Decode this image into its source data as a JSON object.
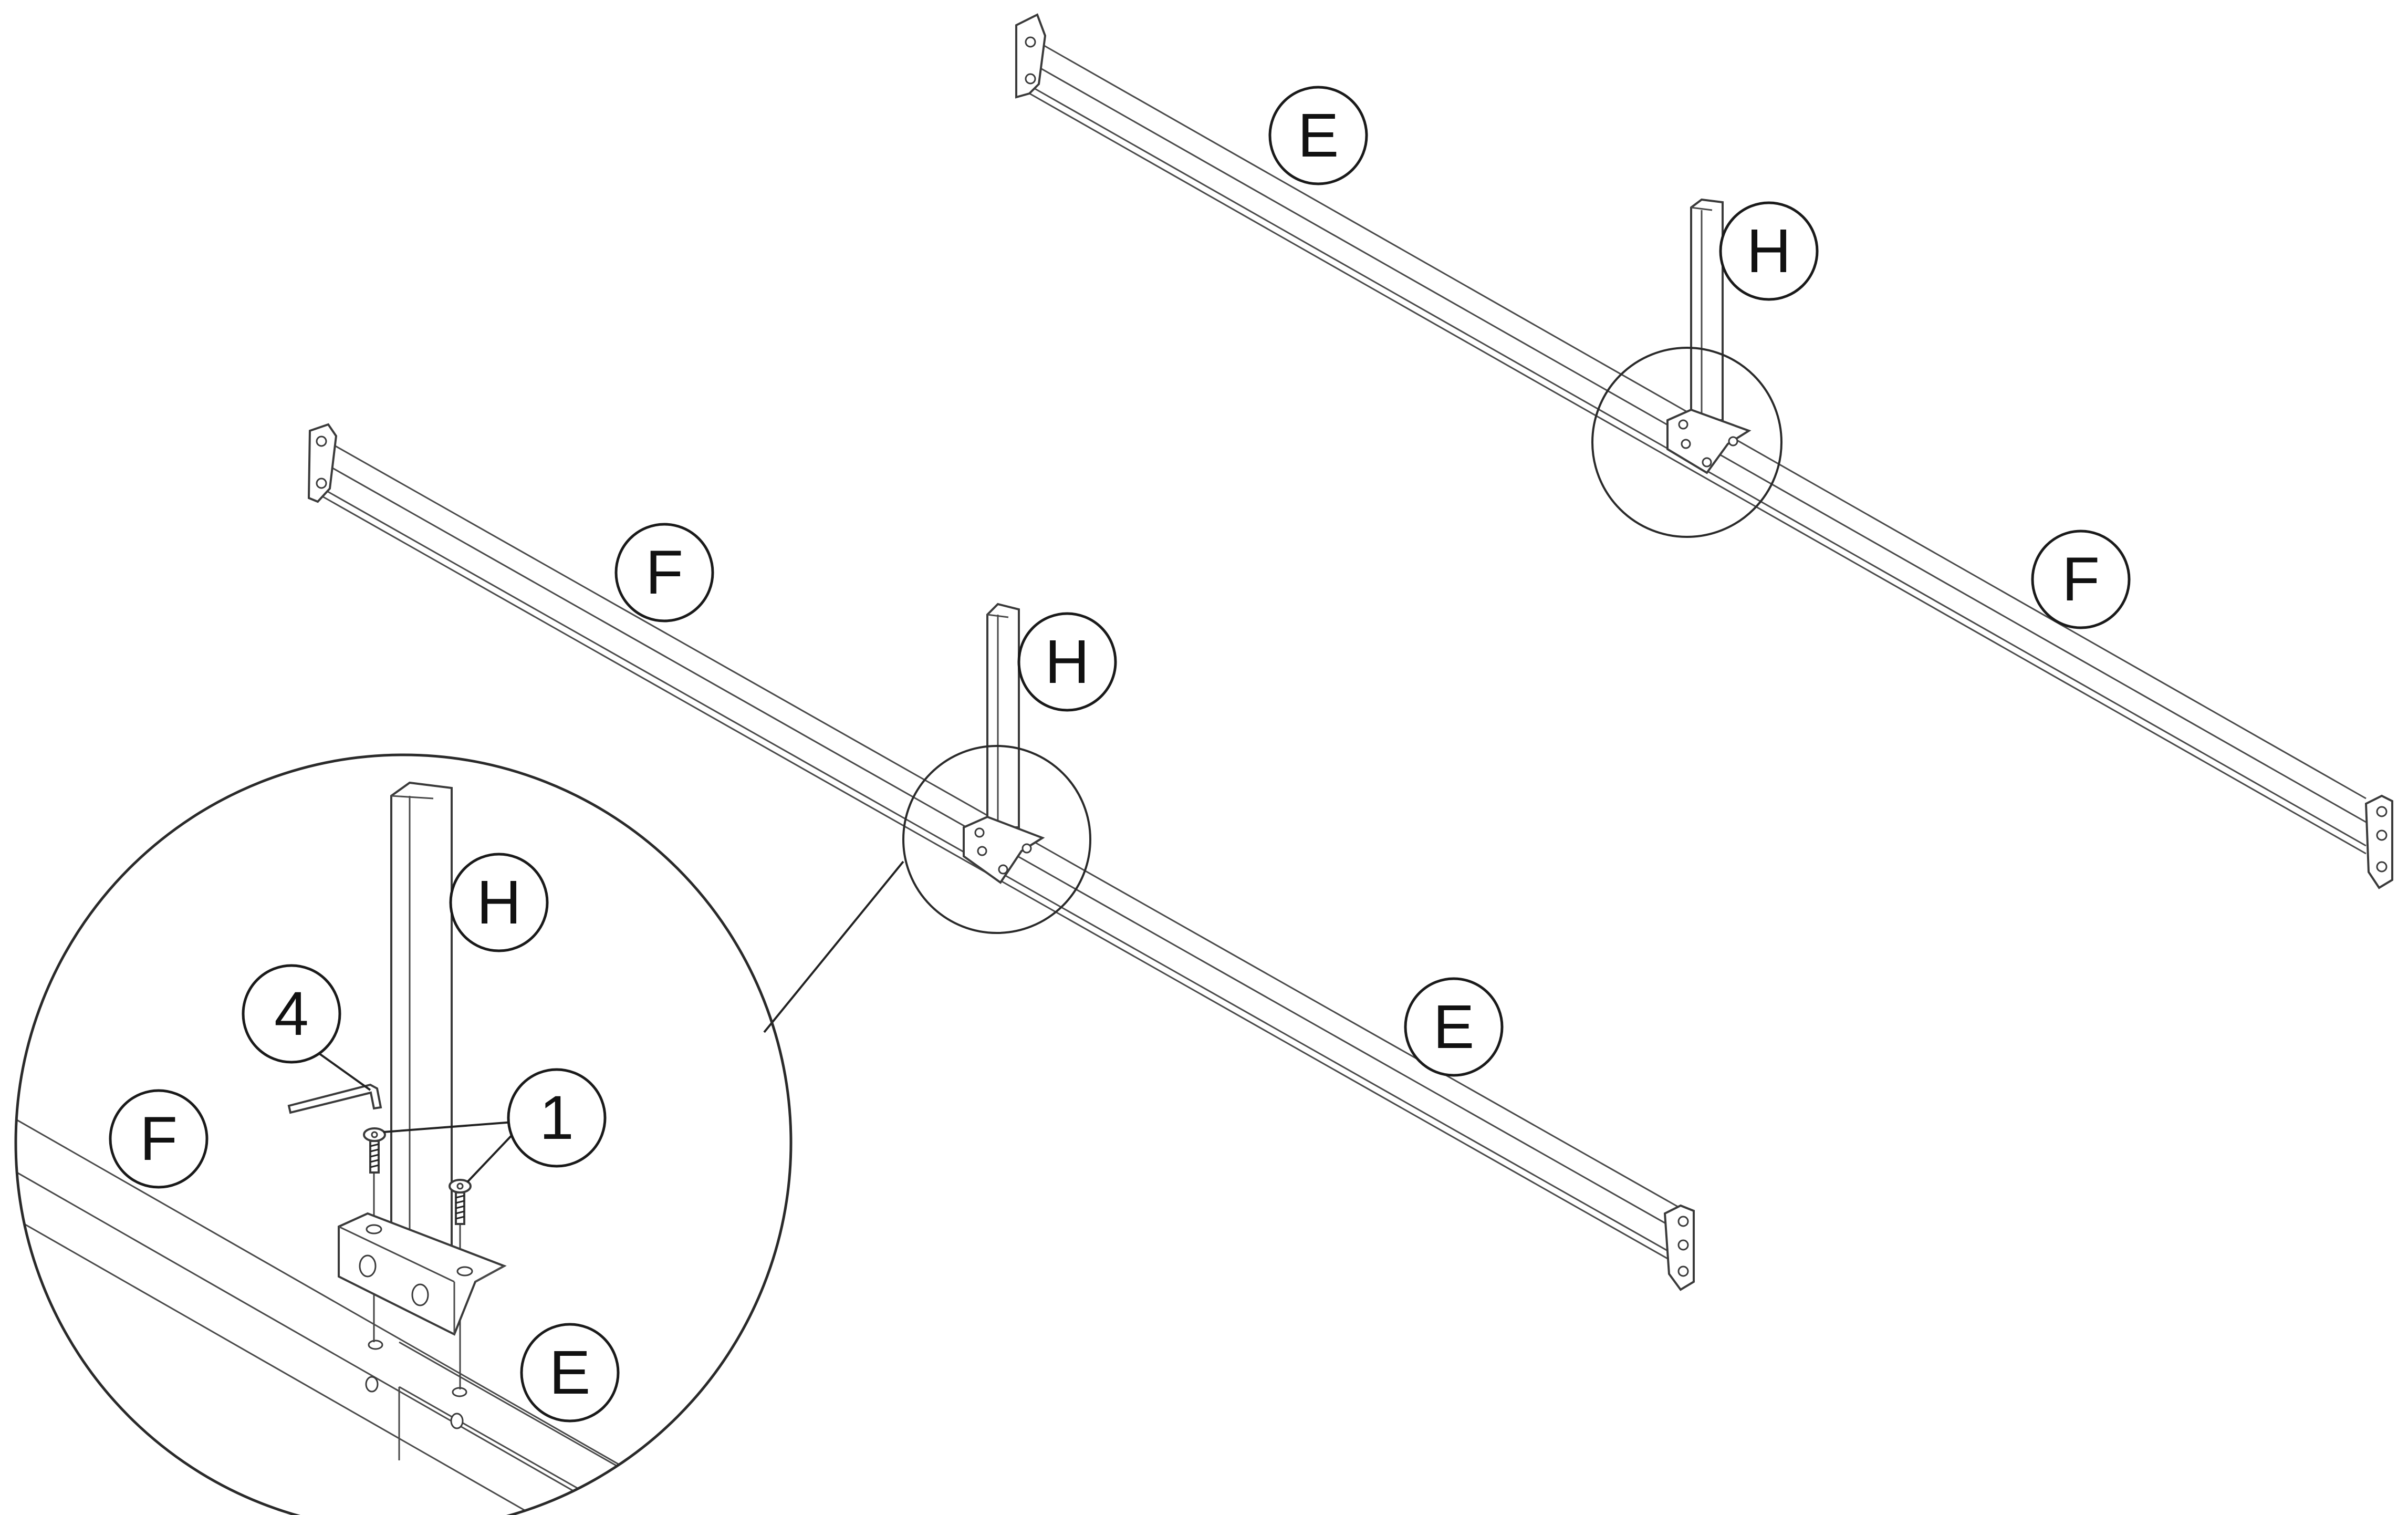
{
  "callouts": {
    "top_rail_part": "E",
    "top_post_part": "H",
    "top_right_rail_part": "F",
    "mid_rail_part": "F",
    "mid_post_part": "H",
    "mid_right_rail_part": "E",
    "detail_post_part": "H",
    "detail_tool_part": "4",
    "detail_screw_part": "1",
    "detail_left_rail_part": "F",
    "detail_right_rail_part": "E"
  },
  "colors": {
    "line": "#3a3a3a",
    "background": "#ffffff"
  }
}
